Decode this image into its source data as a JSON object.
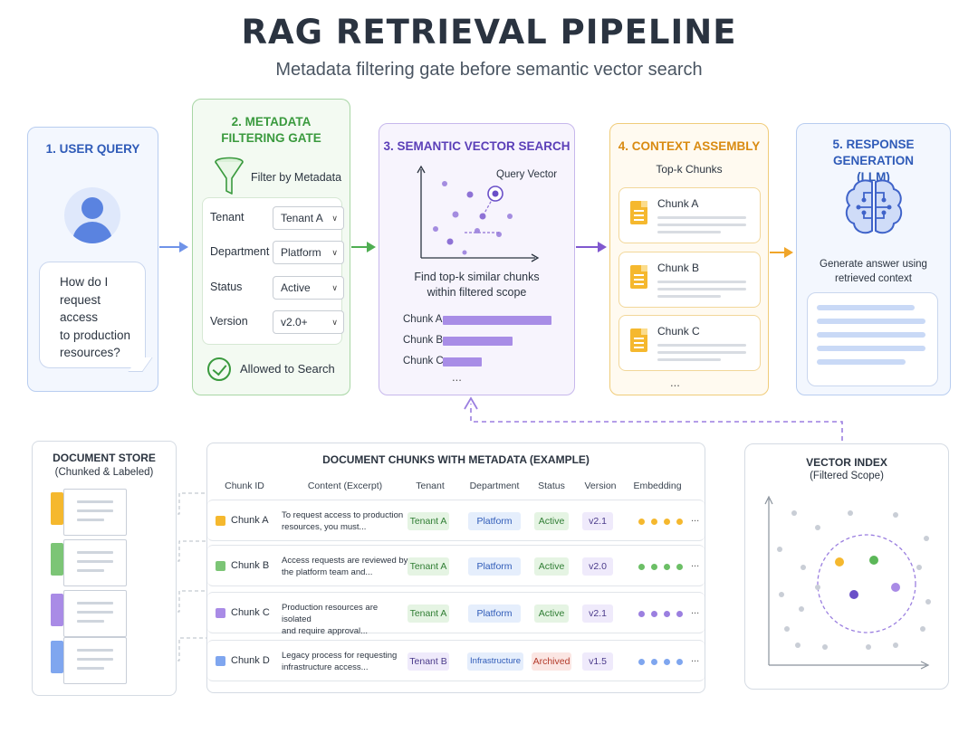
{
  "title": "RAG RETRIEVAL PIPELINE",
  "subtitle": "Metadata filtering gate before semantic vector search",
  "colors": {
    "step1": "#2f5bb8",
    "step2": "#3a9a3e",
    "step3": "#5b3fb8",
    "step4": "#d98b12",
    "step5": "#2f5bb8"
  },
  "step1": {
    "heading": "1. USER QUERY",
    "icon": "user-avatar-icon",
    "query_lines": [
      "How do I",
      "request access",
      "to production",
      "resources?"
    ]
  },
  "step2": {
    "heading_line1": "2. METADATA",
    "heading_line2": "FILTERING GATE",
    "icon": "funnel-icon",
    "filter_label": "Filter by Metadata",
    "filters": [
      {
        "label": "Tenant",
        "value": "Tenant A"
      },
      {
        "label": "Department",
        "value": "Platform"
      },
      {
        "label": "Status",
        "value": "Active"
      },
      {
        "label": "Version",
        "value": "v2.0+"
      }
    ],
    "allowed": "Allowed to Search"
  },
  "step3": {
    "heading": "3. SEMANTIC VECTOR SEARCH",
    "query_vector": "Query Vector",
    "find_line1": "Find top-k similar chunks",
    "find_line2": "within filtered scope",
    "ranking": [
      {
        "label": "Chunk A",
        "score": 1.0
      },
      {
        "label": "Chunk B",
        "score": 0.64
      },
      {
        "label": "Chunk C",
        "score": 0.36
      }
    ],
    "ellipsis": "..."
  },
  "step4": {
    "heading": "4. CONTEXT ASSEMBLY",
    "topk": "Top-k Chunks",
    "chunks": [
      "Chunk A",
      "Chunk B",
      "Chunk C"
    ],
    "ellipsis": "..."
  },
  "step5": {
    "heading_line1": "5. RESPONSE GENERATION",
    "heading_line2": "(LLM)",
    "icon": "brain-icon",
    "gen_line1": "Generate answer using",
    "gen_line2": "retrieved context"
  },
  "store": {
    "heading": "DOCUMENT STORE",
    "sub": "(Chunked & Labeled)"
  },
  "table": {
    "title": "DOCUMENT CHUNKS WITH METADATA (EXAMPLE)",
    "headers": [
      "Chunk ID",
      "Content (Excerpt)",
      "Tenant",
      "Department",
      "Status",
      "Version",
      "Embedding"
    ],
    "rows": [
      {
        "id": "Chunk A",
        "color": "#f5b82e",
        "excerpt1": "To request access to production",
        "excerpt2": "resources, you must...",
        "tenant": "Tenant A",
        "department": "Platform",
        "status": "Active",
        "version": "v2.1",
        "emb_color": "#f5b82e"
      },
      {
        "id": "Chunk B",
        "color": "#7cc576",
        "excerpt1": "Access requests are reviewed by",
        "excerpt2": "the platform team and...",
        "tenant": "Tenant A",
        "department": "Platform",
        "status": "Active",
        "version": "v2.0",
        "emb_color": "#6cbf66"
      },
      {
        "id": "Chunk C",
        "color": "#a98be6",
        "excerpt1": "Production resources are isolated",
        "excerpt2": "and require approval...",
        "tenant": "Tenant A",
        "department": "Platform",
        "status": "Active",
        "version": "v2.1",
        "emb_color": "#9b7fe0"
      },
      {
        "id": "Chunk D",
        "color": "#7fa6ef",
        "excerpt1": "Legacy process for requesting",
        "excerpt2": "infrastructure access...",
        "tenant": "Tenant B",
        "department": "Infrastructure",
        "status": "Archived",
        "version": "v1.5",
        "emb_color": "#7fa6ef"
      }
    ],
    "more": "..."
  },
  "vindex": {
    "heading": "VECTOR INDEX",
    "sub": "(Filtered Scope)"
  }
}
